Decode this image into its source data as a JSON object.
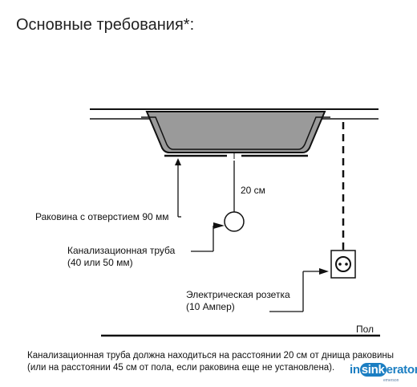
{
  "title": "Основные требования*:",
  "labels": {
    "distance": "20 см",
    "sink": "Раковина с отверстием 90 мм",
    "drain_line1": "Канализационная труба",
    "drain_line2": "(40 или 50 мм)",
    "socket_line1": "Электрическая розетка",
    "socket_line2": "(10 Ампер)",
    "floor": "Пол"
  },
  "footnote": {
    "line1": "Канализационная труба должна находиться на расстоянии 20 см от днища раковины",
    "line2": "(или на расстоянии 45 см от пола, если раковина еще не установлена)."
  },
  "logo": {
    "brand_prefix": "in",
    "brand_sink": "sink",
    "brand_suffix": "erator",
    "tagline": "emerson"
  },
  "colors": {
    "sink_fill": "#9a9a9a",
    "line": "#111111",
    "logo_blue": "#1b7ec2"
  },
  "icons": [
    "socket-icon",
    "drain-pipe-icon",
    "arrow-icon"
  ]
}
